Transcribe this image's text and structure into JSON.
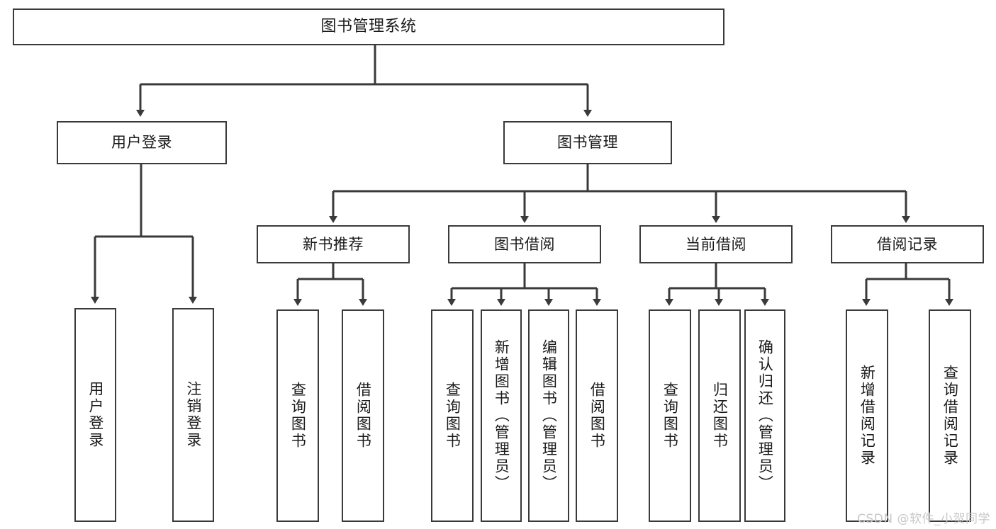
{
  "diagram": {
    "title": "图书管理系统",
    "type": "tree",
    "stroke_color": "#3a3a3a",
    "text_color": "#1a1a1a",
    "background_color": "#ffffff",
    "root": {
      "label": "图书管理系统"
    },
    "level2": [
      {
        "label": "用户登录"
      },
      {
        "label": "图书管理"
      }
    ],
    "level3": [
      {
        "label": "新书推荐"
      },
      {
        "label": "图书借阅"
      },
      {
        "label": "当前借阅"
      },
      {
        "label": "借阅记录"
      }
    ],
    "leaves": {
      "user_login": [
        {
          "label": "用户登录"
        },
        {
          "label": "注销登录"
        }
      ],
      "new_book": [
        {
          "label": "查询图书"
        },
        {
          "label": "借阅图书"
        }
      ],
      "book_borrow": [
        {
          "label": "查询图书"
        },
        {
          "label": "新增图书（管理员）"
        },
        {
          "label": "编辑图书（管理员）"
        },
        {
          "label": "借阅图书"
        }
      ],
      "current_borrow": [
        {
          "label": "查询图书"
        },
        {
          "label": "归还图书"
        },
        {
          "label": "确认归还（管理员）"
        }
      ],
      "borrow_record": [
        {
          "label": "新增借阅记录"
        },
        {
          "label": "查询借阅记录"
        }
      ]
    }
  },
  "watermark": {
    "text": "CSDN @软件_小贺同学"
  }
}
